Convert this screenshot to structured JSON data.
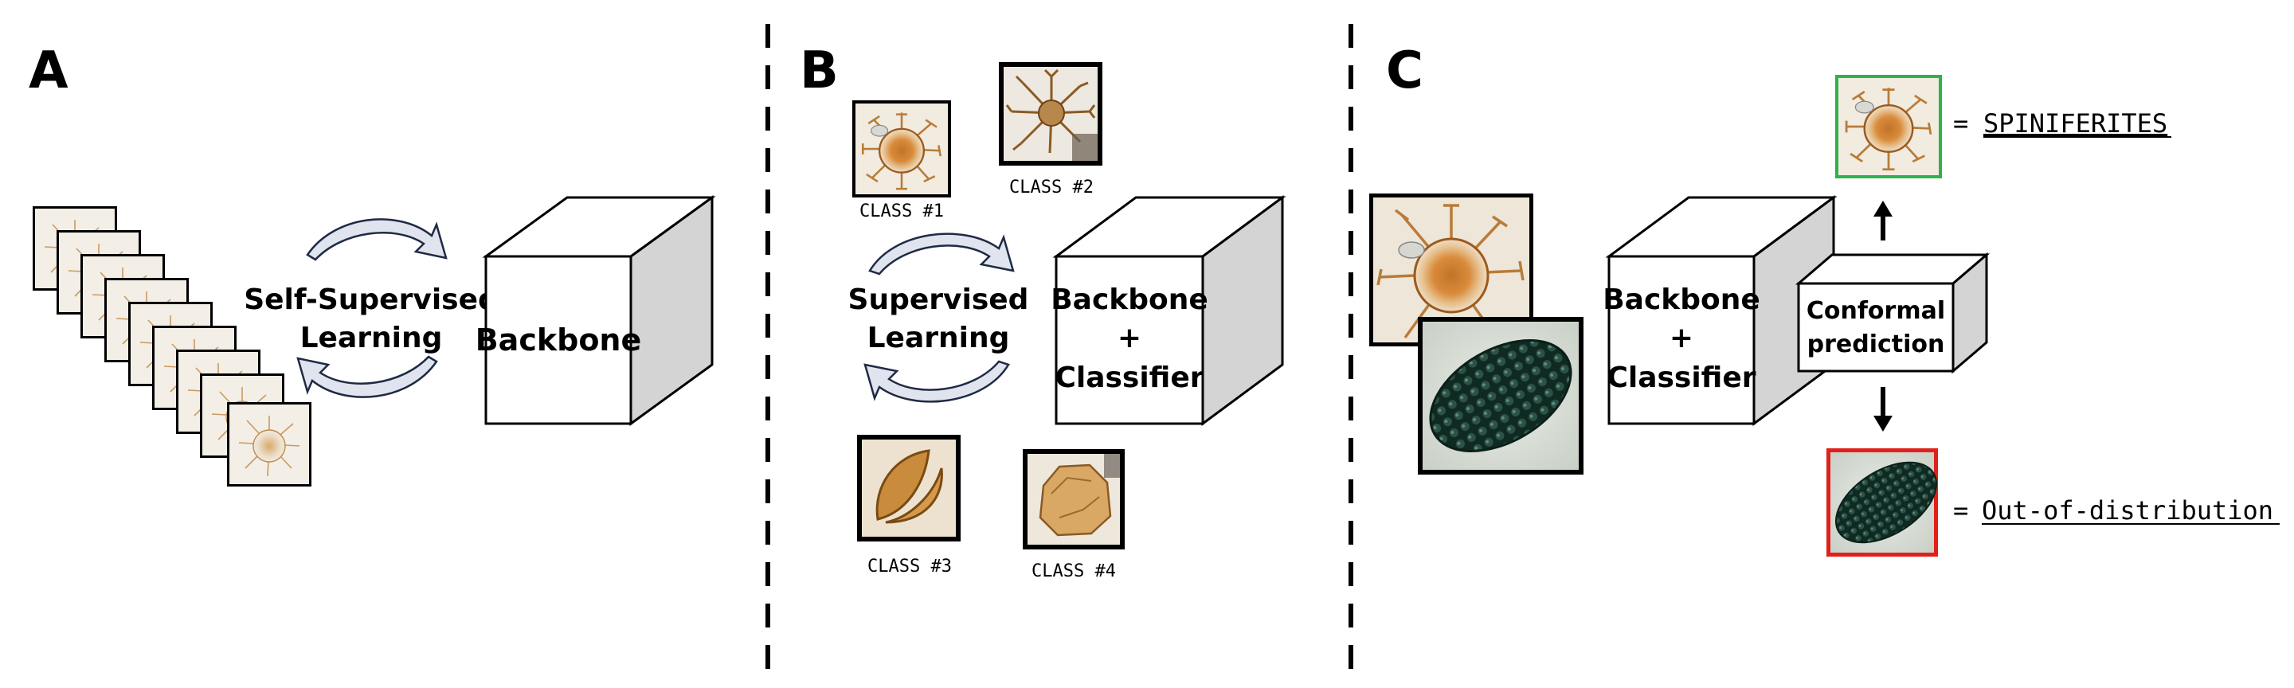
{
  "panels": {
    "a": {
      "letter": "A",
      "learning_label_line1": "Self-Supervised",
      "learning_label_line2": "Learning",
      "backbone_label": "Backbone"
    },
    "b": {
      "letter": "B",
      "learning_label_line1": "Supervised",
      "learning_label_line2": "Learning",
      "box_line1": "Backbone",
      "box_line2": "+",
      "box_line3": "Classifier",
      "classes": [
        "CLASS  #1",
        "CLASS  #2",
        "CLASS  #3",
        "CLASS  #4"
      ]
    },
    "c": {
      "letter": "C",
      "box_line1": "Backbone",
      "box_line2": "+",
      "box_line3": "Classifier",
      "conformal_line1": "Conformal",
      "conformal_line2": "prediction",
      "output_top_prefix": "=",
      "output_top_label": "SPINIFERITES",
      "output_bottom_prefix": "=",
      "output_bottom_label": "Out-of-distribution"
    }
  },
  "colors": {
    "in_distribution_border": "#2db34a",
    "out_of_distribution_border": "#e0201b",
    "cube_side": "#d4d4d4",
    "arrow_fill": "#dfe4ee",
    "arrow_stroke": "#1f2a44"
  }
}
